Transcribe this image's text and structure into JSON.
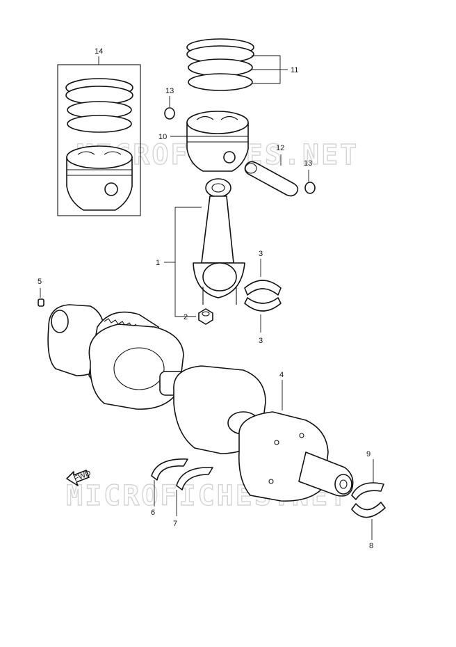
{
  "watermarks": [
    "MICROFICHES.NET",
    "MICROFICHES.NET"
  ],
  "fwd_label": "FWD",
  "callouts": [
    {
      "id": "c14a",
      "text": "14"
    },
    {
      "id": "c11",
      "text": "11"
    },
    {
      "id": "c13a",
      "text": "13"
    },
    {
      "id": "c10",
      "text": "10"
    },
    {
      "id": "c12",
      "text": "12"
    },
    {
      "id": "c13b",
      "text": "13"
    },
    {
      "id": "c1",
      "text": "1"
    },
    {
      "id": "c3a",
      "text": "3"
    },
    {
      "id": "c5",
      "text": "5"
    },
    {
      "id": "c2",
      "text": "2"
    },
    {
      "id": "c3b",
      "text": "3"
    },
    {
      "id": "c4",
      "text": "4"
    },
    {
      "id": "c9",
      "text": "9"
    },
    {
      "id": "c6",
      "text": "6"
    },
    {
      "id": "c7",
      "text": "7"
    },
    {
      "id": "c8",
      "text": "8"
    }
  ]
}
